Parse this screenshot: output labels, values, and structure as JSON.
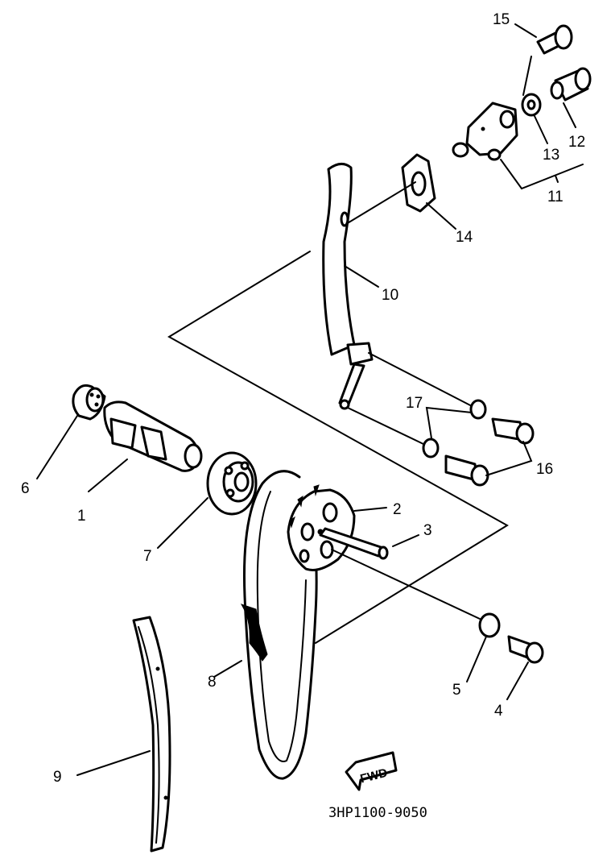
{
  "parts": [
    {
      "id": "part-1",
      "label": "1"
    },
    {
      "id": "part-2",
      "label": "2"
    },
    {
      "id": "part-3",
      "label": "3"
    },
    {
      "id": "part-4",
      "label": "4"
    },
    {
      "id": "part-5",
      "label": "5"
    },
    {
      "id": "part-6",
      "label": "6"
    },
    {
      "id": "part-7",
      "label": "7"
    },
    {
      "id": "part-8",
      "label": "8"
    },
    {
      "id": "part-9",
      "label": "9"
    },
    {
      "id": "part-10",
      "label": "10"
    },
    {
      "id": "part-11",
      "label": "11"
    },
    {
      "id": "part-12",
      "label": "12"
    },
    {
      "id": "part-13",
      "label": "13"
    },
    {
      "id": "part-14",
      "label": "14"
    },
    {
      "id": "part-15",
      "label": "15"
    },
    {
      "id": "part-16",
      "label": "16"
    },
    {
      "id": "part-17",
      "label": "17"
    }
  ],
  "fwd_label": "FWD",
  "diagram_code": "3HP1100-9050"
}
